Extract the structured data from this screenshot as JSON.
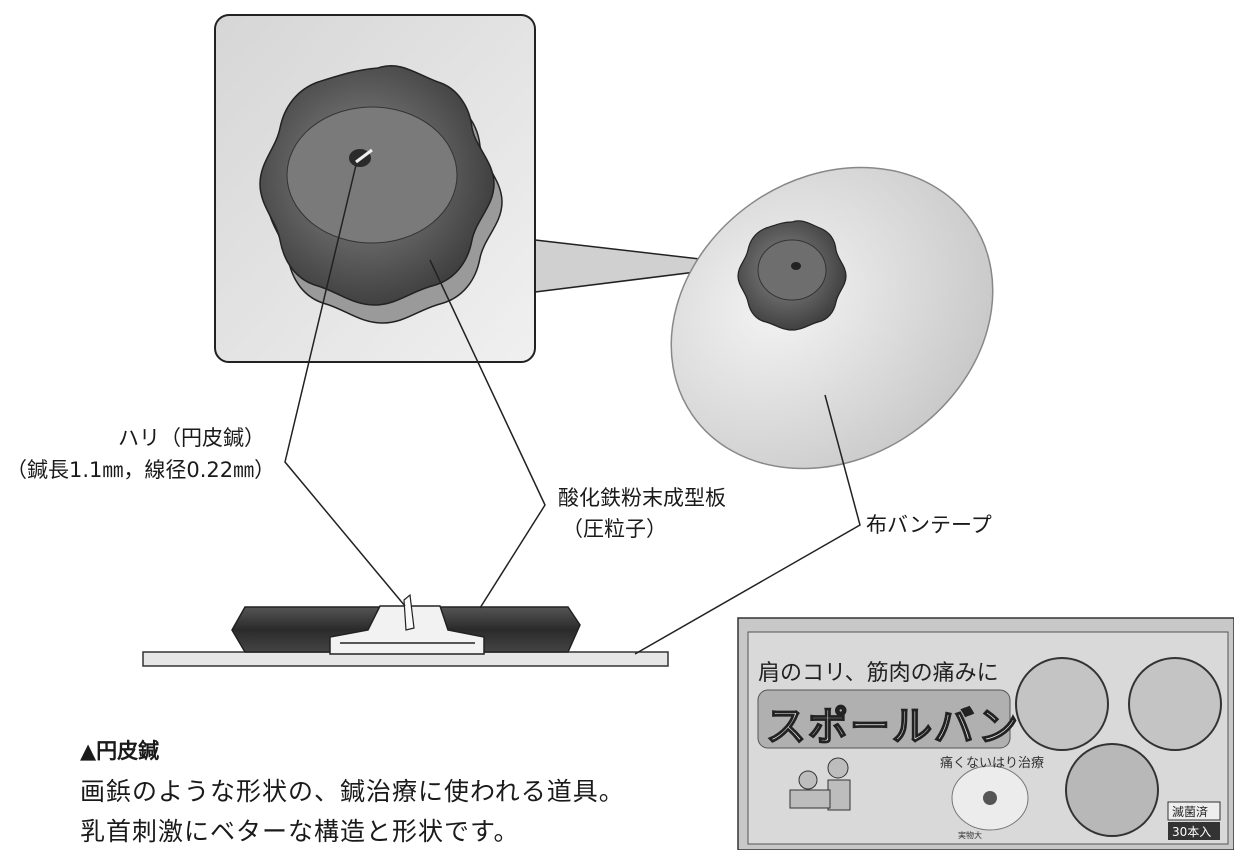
{
  "labels": {
    "needle_line1": "ハリ（円皮鍼）",
    "needle_line2": "（鍼長1.1㎜，線径0.22㎜）",
    "plate_line1": "酸化鉄粉末成型板",
    "plate_line2": "（圧粒子）",
    "tape": "布バンテープ"
  },
  "caption": {
    "title": "▲円皮鍼",
    "line1": "画鋲のような形状の、鍼治療に使われる道具。",
    "line2": "乳首刺激にベターな構造と形状です。"
  },
  "package": {
    "tagline": "肩のコリ、筋肉の痛みに",
    "brand": "スポールバン",
    "sub": "痛くないはり治療",
    "actual_size": "実物大",
    "sterile": "滅菌済",
    "count": "30本入"
  }
}
